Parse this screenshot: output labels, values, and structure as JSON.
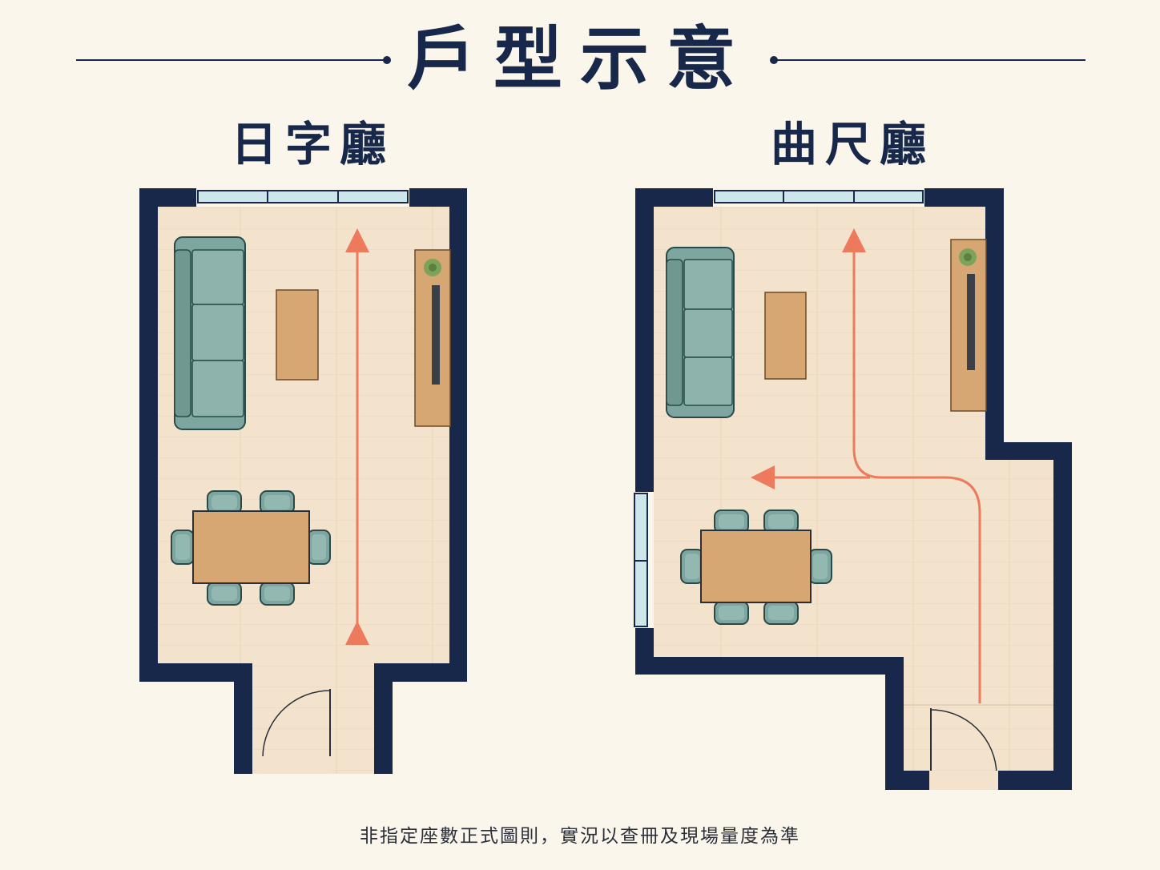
{
  "page": {
    "title": "戶型示意",
    "footnote": "非指定座數正式圖則，實況以查冊及現場量度為準"
  },
  "plans": [
    {
      "id": "left",
      "name": "日字廳"
    },
    {
      "id": "right",
      "name": "曲尺廳"
    }
  ],
  "colors": {
    "background": "#fbf6ec",
    "wall": "#17284a",
    "floor": "#f3e3cc",
    "sofa": "#7ea6a0",
    "wood": "#d6a772",
    "arrow": "#ee7a5e",
    "window": "#cde6ea"
  }
}
